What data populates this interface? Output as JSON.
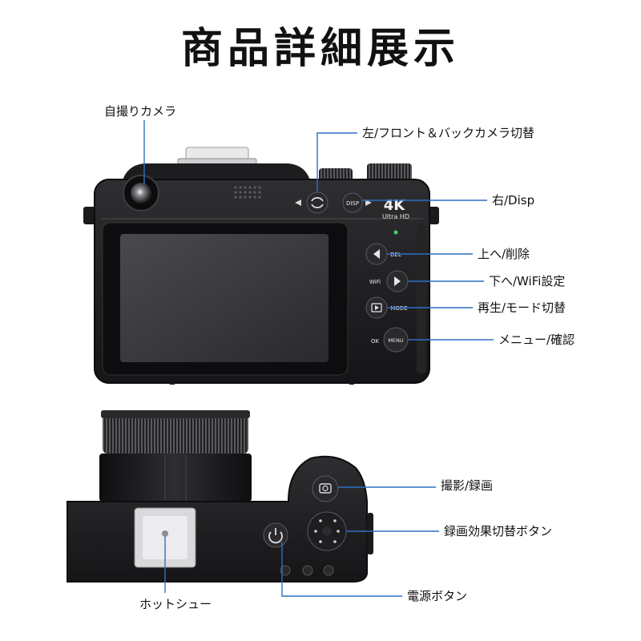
{
  "title": "商品詳細展示",
  "labels": {
    "selfie_camera": "自撮りカメラ",
    "switch_camera": "左/フロント＆バックカメラ切替",
    "disp": "右/Disp",
    "up_del": "上へ/削除",
    "down_wifi": "下へ/WiFi設定",
    "play_mode": "再生/モード切替",
    "menu_ok": "メニュー/確認",
    "shutter": "撮影/録画",
    "effect_switch": "録画効果切替ボタン",
    "hot_shoe": "ホットシュー",
    "power": "電源ボタン"
  },
  "camera_text": {
    "res_4k": "4K",
    "ultra_hd": "Ultra HD",
    "disp_btn": "DISP",
    "del_btn": "DEL",
    "wifi_btn": "WiFi",
    "mode_btn": "MODE",
    "ok_btn": "OK",
    "menu_btn": "MENU"
  },
  "colors": {
    "callout": "#2f6fc4",
    "body_dark": "#1c1c1e",
    "body_mid": "#2c2c2e",
    "screen": "#3a3a3c"
  }
}
